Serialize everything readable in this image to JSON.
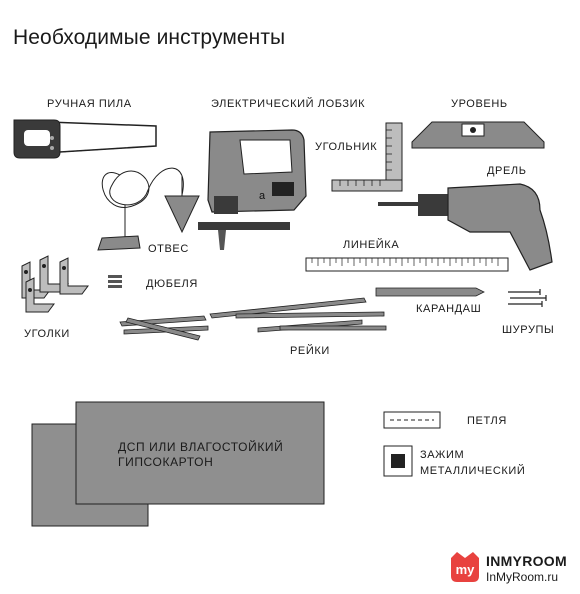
{
  "title": "Необходимые инструменты",
  "labels": {
    "saw": "РУЧНАЯ ПИЛА",
    "jigsaw": "ЭЛЕКТРИЧЕСКИЙ ЛОБЗИК",
    "level": "УРОВЕНЬ",
    "square": "УГОЛЬНИК",
    "drill": "ДРЕЛЬ",
    "plumb": "ОТВЕС",
    "ruler": "ЛИНЕЙКА",
    "dowels": "ДЮБЕЛЯ",
    "corners": "УГОЛКИ",
    "pencil": "КАРАНДАШ",
    "screws": "ШУРУПЫ",
    "slats": "РЕЙКИ",
    "hinge": "ПЕТЛЯ",
    "clamp_line1": "ЗАЖИМ",
    "clamp_line2": "МЕТАЛЛИЧЕСКИЙ"
  },
  "jigsaw_letter": "a",
  "panel": {
    "line1": "ДСП ИЛИ ВЛАГОСТОЙКИЙ",
    "line2": "ГИПСОКАРТОН"
  },
  "logo": {
    "badge": "my",
    "brand": "INMYROOM",
    "site": "InMyRoom.ru",
    "color": "#e8423f"
  },
  "colors": {
    "tool_fill": "#8a8a8a",
    "tool_dark": "#3a3a3a",
    "panel_fill": "#8f8f8f"
  }
}
